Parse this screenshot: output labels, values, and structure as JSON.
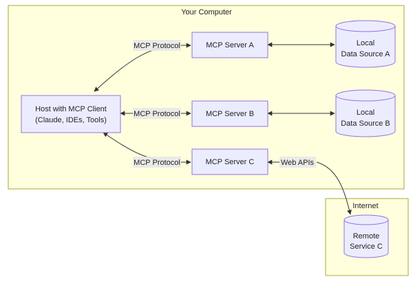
{
  "groups": {
    "your_computer": "Your Computer",
    "internet": "Internet"
  },
  "host": {
    "line1": "Host with MCP Client",
    "line2": "(Claude, IDEs, Tools)"
  },
  "servers": {
    "a": "MCP Server A",
    "b": "MCP Server B",
    "c": "MCP Server C"
  },
  "data_sources": {
    "a": {
      "line1": "Local",
      "line2": "Data Source A"
    },
    "b": {
      "line1": "Local",
      "line2": "Data Source B"
    },
    "c": {
      "line1": "Remote",
      "line2": "Service C"
    }
  },
  "edges": {
    "protocol_a": "MCP Protocol",
    "protocol_b": "MCP Protocol",
    "protocol_c": "MCP Protocol",
    "web_apis": "Web APIs"
  },
  "colors": {
    "group_fill": "#ffffde",
    "group_stroke": "#aaaa33",
    "node_fill": "#ececff",
    "node_stroke": "#9370db",
    "edge": "#333333",
    "edge_label_bg": "#e8e8e8"
  }
}
